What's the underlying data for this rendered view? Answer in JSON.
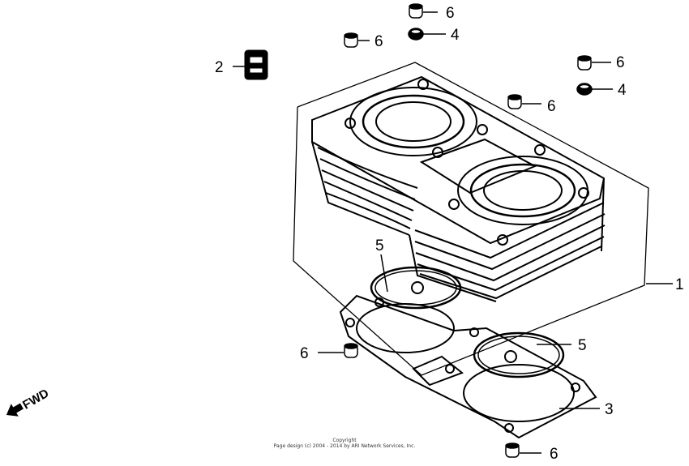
{
  "diagram": {
    "callouts": {
      "c_1": "1",
      "c_2": "2",
      "c_3": "3",
      "c_4_top": "4",
      "c_4_right": "4",
      "c_5_upper": "5",
      "c_5_lower": "5",
      "c_6_top": "6",
      "c_6_topleft": "6",
      "c_6_right_top": "6",
      "c_6_mid": "6",
      "c_6_left": "6",
      "c_6_bottom": "6"
    },
    "direction_label": "FWD",
    "copyright_line1": "Copyright",
    "copyright_line2": "Page design (c) 2004 - 2014 by ARI Network Services, Inc."
  }
}
